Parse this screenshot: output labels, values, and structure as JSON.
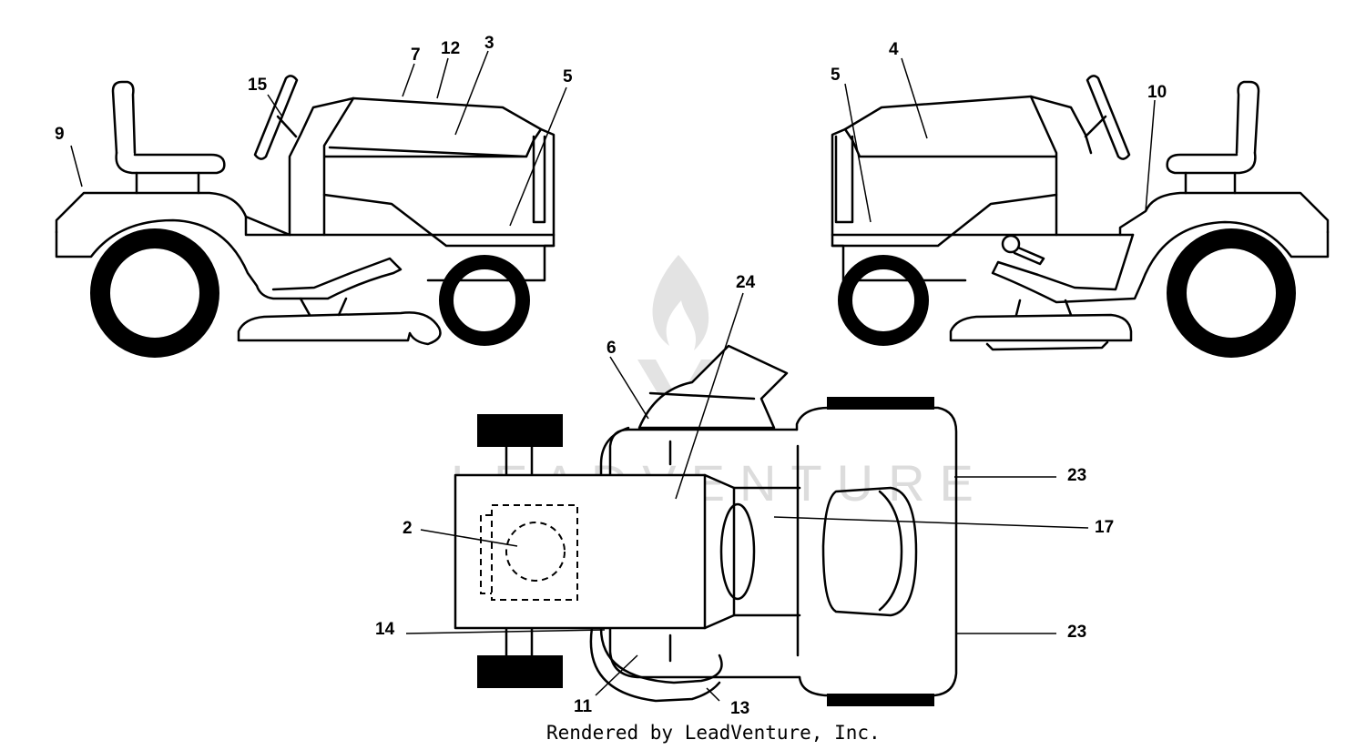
{
  "watermark": {
    "text": "LEADVENTURE"
  },
  "footer": {
    "text": "Rendered by LeadVenture, Inc."
  },
  "callouts": {
    "left_side": [
      "9",
      "15",
      "7",
      "12",
      "3",
      "5"
    ],
    "right_side": [
      "5",
      "4",
      "10"
    ],
    "top_view": [
      "24",
      "6",
      "2",
      "14",
      "11",
      "13",
      "23",
      "17",
      "23"
    ]
  }
}
